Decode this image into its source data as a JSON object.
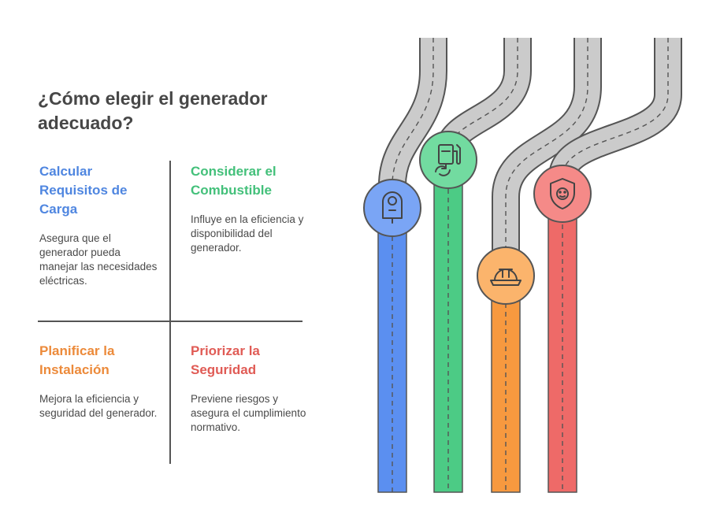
{
  "title": "¿Cómo elegir el generador adecuado?",
  "quadrants": [
    {
      "heading": "Calcular Requisitos de Carga",
      "description": "Asegura que el generador pueda manejar las necesidades eléctricas.",
      "color": "#4f86e0"
    },
    {
      "heading": "Considerar el Combustible",
      "description": "Influye en la eficiencia y disponibilidad del generador.",
      "color": "#43c07a"
    },
    {
      "heading": "Planificar la Instalación",
      "description": "Mejora la eficiencia y seguridad del generador.",
      "color": "#ec8a3a"
    },
    {
      "heading": "Priorizar la Seguridad",
      "description": "Previene riesgos y asegura el cumplimiento normativo.",
      "color": "#e05b55"
    }
  ],
  "roads": [
    {
      "icon": "parking-meter-icon",
      "color": "#5b8ff0",
      "fill": "#7aa5f5"
    },
    {
      "icon": "fuel-pump-icon",
      "color": "#4ccb85",
      "fill": "#72dba0"
    },
    {
      "icon": "hard-hat-icon",
      "color": "#f7993f",
      "fill": "#fbb46c"
    },
    {
      "icon": "safety-shield-icon",
      "color": "#ee6a68",
      "fill": "#f58a88"
    }
  ]
}
